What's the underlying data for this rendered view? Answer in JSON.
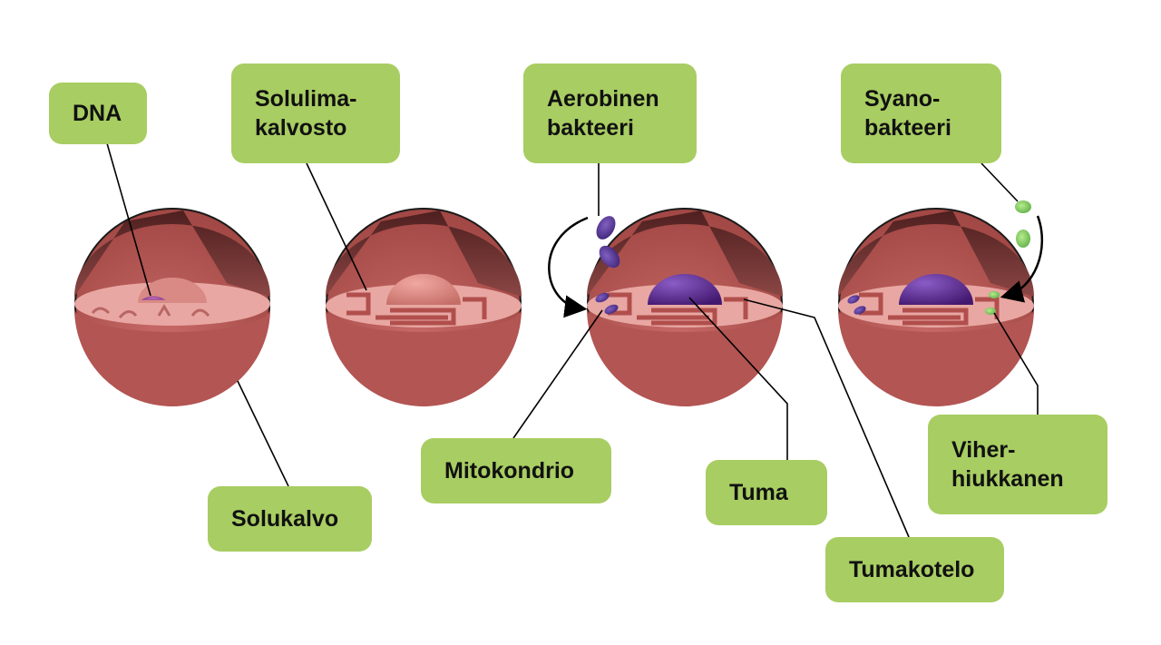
{
  "labels": {
    "dna": "DNA",
    "er": "Solulima-\nkalvosto",
    "aerobic_bacteria": "Aerobinen\nbakteeri",
    "cyanobacteria": "Syano-\nbakteeri",
    "cell_membrane": "Solukalvo",
    "mitochondrion": "Mitokondrio",
    "nucleus": "Tuma",
    "nuclear_envelope": "Tumakotelo",
    "chloroplast": "Viher-\nhiukkanen"
  },
  "colors": {
    "label_bg": "#a8cd62",
    "cell": "#b85a58",
    "cell_interior": "#6e2f2f",
    "cell_floor": "#e6a4a0",
    "nucleus": "#5b2d8e",
    "mitochondria": "#5a3a9a",
    "chloroplasts": "#8cd26a"
  }
}
